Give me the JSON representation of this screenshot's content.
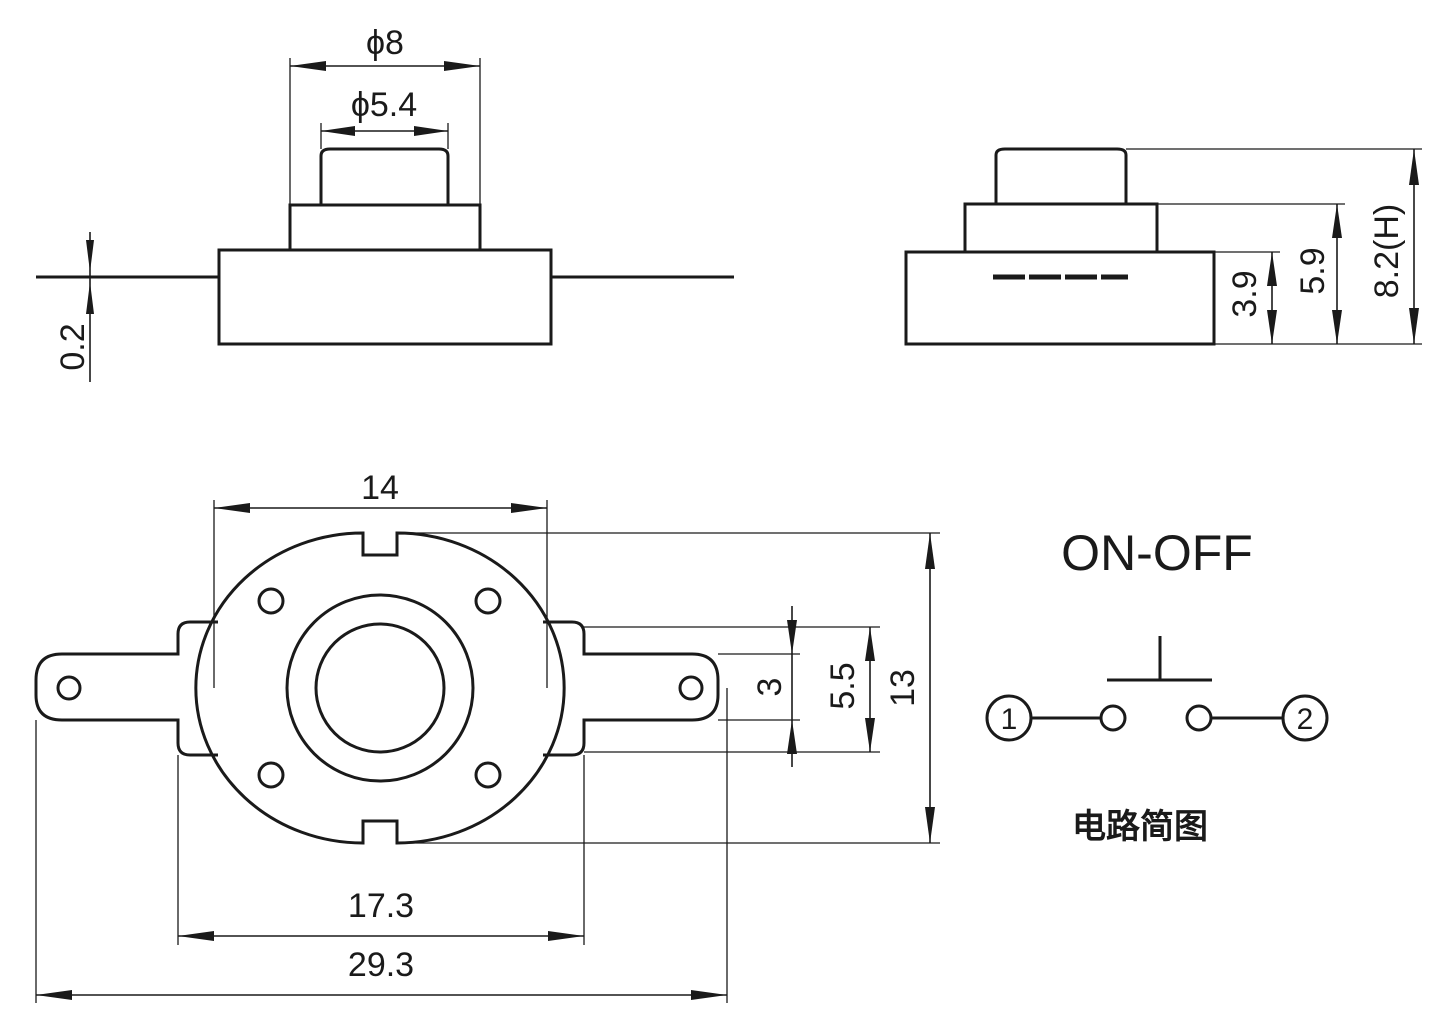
{
  "front_view": {
    "dim_phi8": "ϕ8",
    "dim_phi5_4": "ϕ5.4",
    "dim_0_2": "0.2"
  },
  "side_view": {
    "dim_3_9": "3.9",
    "dim_5_9": "5.9",
    "dim_8_2": "8.2(H)"
  },
  "top_view": {
    "dim_14": "14",
    "dim_3": "3",
    "dim_5_5": "5.5",
    "dim_13": "13",
    "dim_17_3": "17.3",
    "dim_29_3": "29.3"
  },
  "schematic": {
    "title": "ON-OFF",
    "terminal_1": "1",
    "terminal_2": "2",
    "caption": "电路简图"
  }
}
